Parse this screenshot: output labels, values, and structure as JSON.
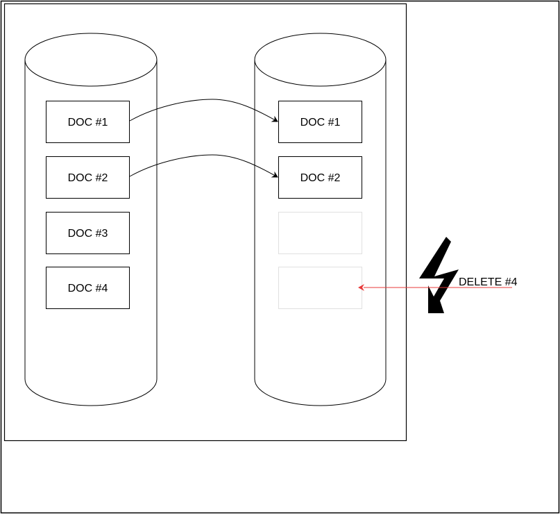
{
  "diagram": {
    "source_db": {
      "docs": [
        {
          "label": "DOC #1",
          "state": "present"
        },
        {
          "label": "DOC #2",
          "state": "present"
        },
        {
          "label": "DOC #3",
          "state": "present"
        },
        {
          "label": "DOC #4",
          "state": "present"
        }
      ]
    },
    "target_db": {
      "docs": [
        {
          "label": "DOC #1",
          "state": "present"
        },
        {
          "label": "DOC #2",
          "state": "present"
        },
        {
          "label": "",
          "state": "empty"
        },
        {
          "label": "",
          "state": "empty"
        }
      ]
    },
    "replication_arrows": [
      {
        "from": "source.DOC #1",
        "to": "target.DOC #1"
      },
      {
        "from": "source.DOC #2",
        "to": "target.DOC #2"
      }
    ],
    "delete_action": {
      "label": "DELETE #4",
      "icon": "lightning-bolt-icon",
      "arrow_color": "#e83a3a"
    },
    "colors": {
      "stroke": "#000000",
      "empty_slot_stroke": "#e0e0e0",
      "delete_arrow": "#e83a3a"
    }
  }
}
